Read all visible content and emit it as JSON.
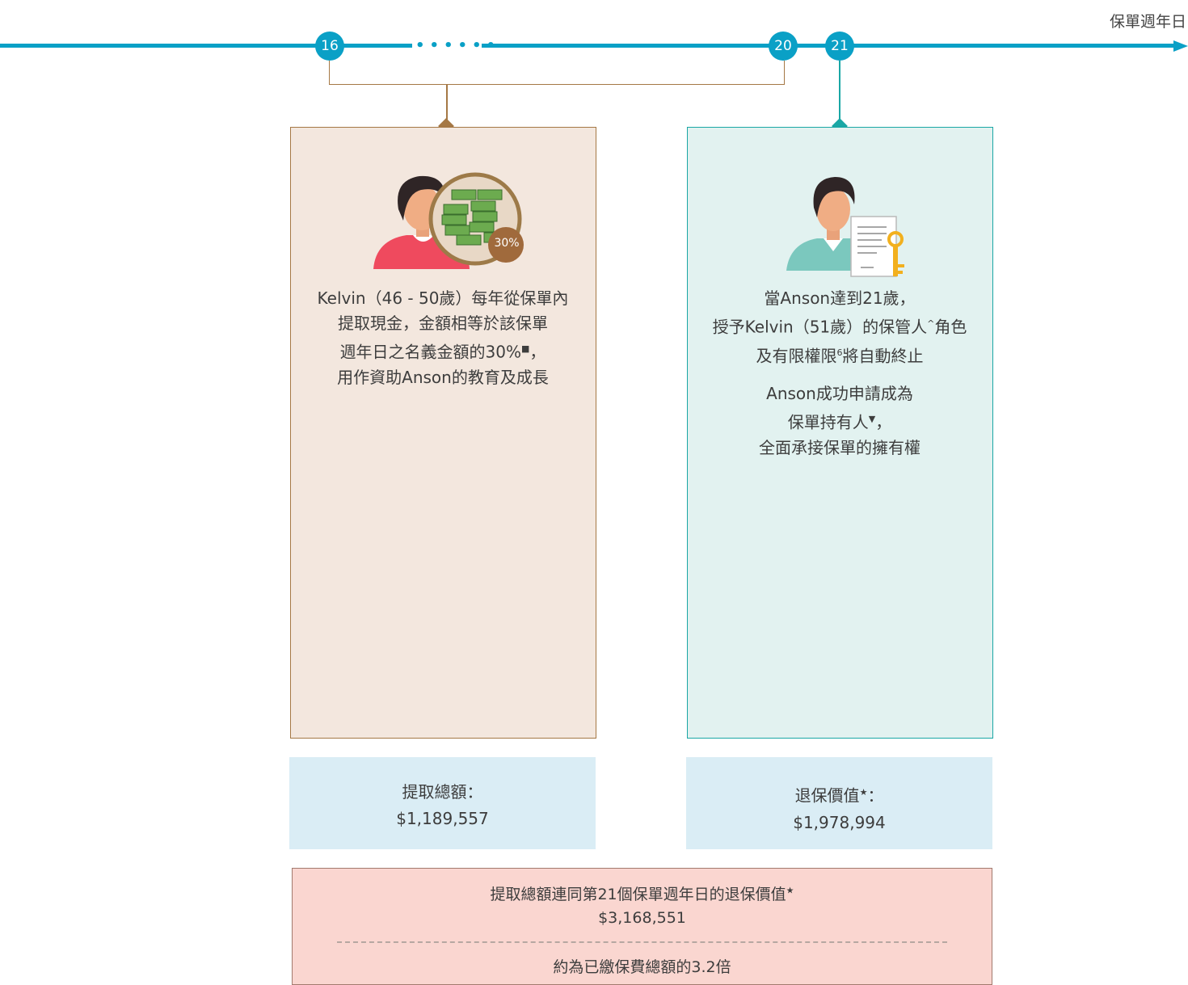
{
  "timeline": {
    "axis_label": "保單週年日",
    "nodes": [
      "16",
      "20",
      "21"
    ],
    "dots": "••••••"
  },
  "left_panel": {
    "badge": "30%",
    "lines": [
      "Kelvin（46 - 50歲）每年從保單內",
      "提取現金，金額相等於該保單",
      "週年日之名義金額的30%",
      "用作資助Anson的教育及成長"
    ],
    "line3_sup": "■",
    "line3_tail": "，"
  },
  "right_panel": {
    "line1": "當Anson達到21歲，",
    "line2_a": "授予Kelvin（51歲）的保管人",
    "line2_sup": "^",
    "line2_b": "角色",
    "line3_a": "及有限權限",
    "line3_sup": "6",
    "line3_b": "將自動終止",
    "line4": "Anson成功申請成為",
    "line5_a": "保單持有人",
    "line5_sup": "▼",
    "line5_b": "，",
    "line6": "全面承接保單的擁有權"
  },
  "summary_left": {
    "label": "提取總額：",
    "value": "$1,189,557"
  },
  "summary_right": {
    "label": "退保價值",
    "label_sup": "★",
    "label_tail": "：",
    "value": "$1,978,994"
  },
  "total": {
    "label": "提取總額連同第21個保單週年日的退保價值",
    "label_sup": "★",
    "value": "$3,168,551",
    "note": "約為已繳保費總額的3.2倍"
  }
}
